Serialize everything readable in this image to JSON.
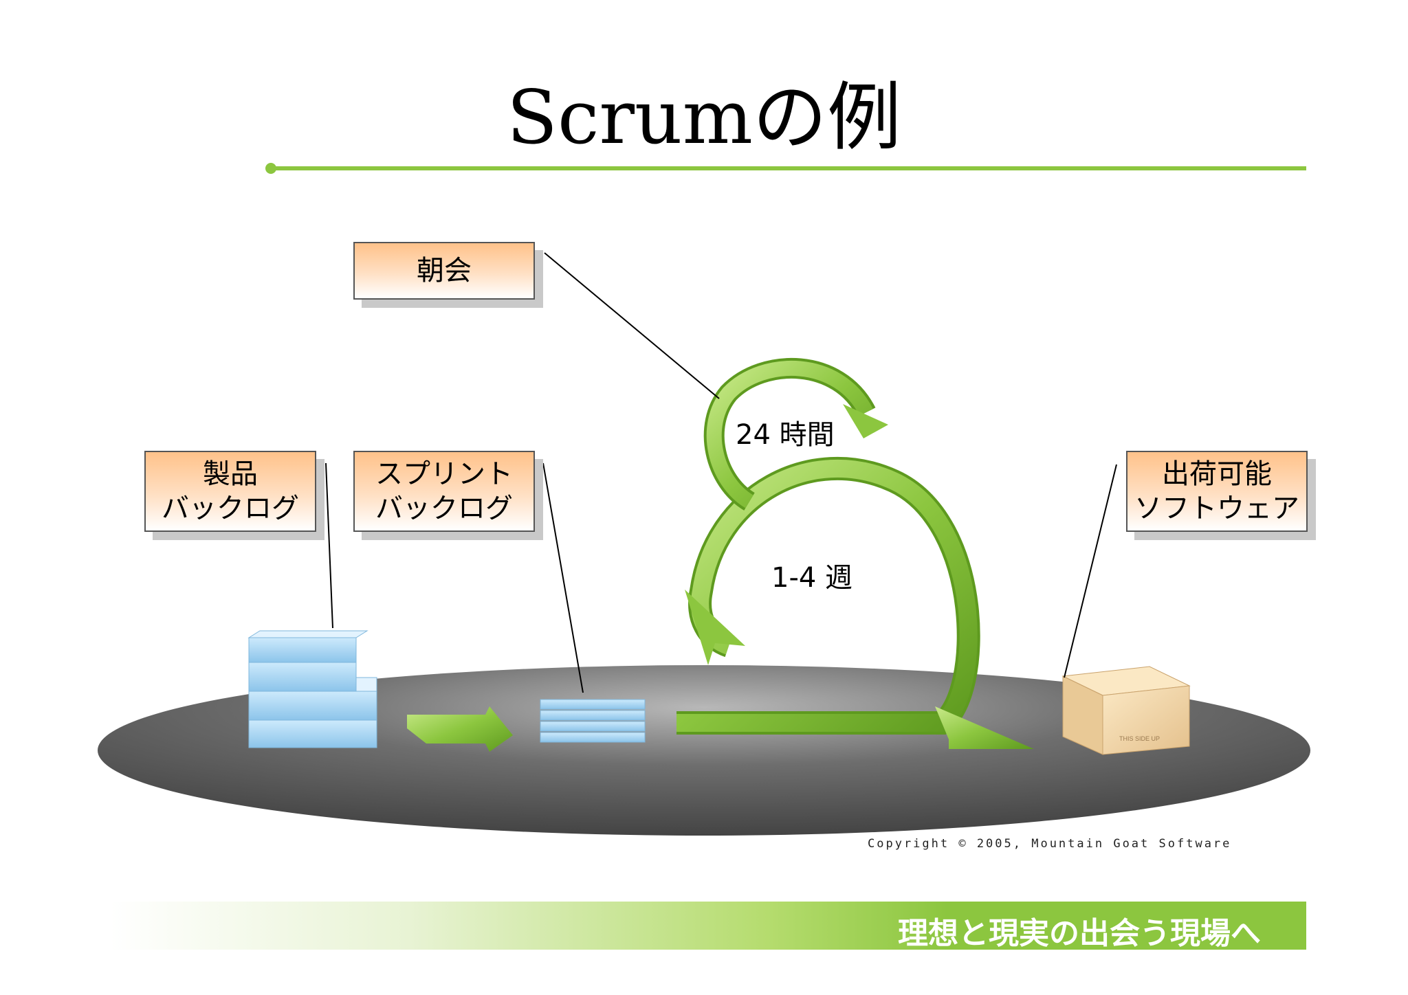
{
  "title": "Scrumの例",
  "labels": {
    "daily_scrum": "朝会",
    "product_backlog": "製品\nバックログ",
    "sprint_backlog": "スプリント\nバックログ",
    "shippable_software": "出荷可能\nソフトウェア"
  },
  "cycle_labels": {
    "daily": "24 時間",
    "sprint": "1-4 週"
  },
  "copyright": "Copyright © 2005, Mountain Goat Software",
  "box_text": "THIS SIDE UP",
  "footer": {
    "tagline": "理想と現実の出会う現場へ"
  },
  "colors": {
    "accent_green": "#8cc63f",
    "label_orange": "#ffc28a",
    "backlog_blue": "#9fd0ef",
    "platform_gray": "#555555",
    "shipping_box": "#f2d9a8"
  }
}
